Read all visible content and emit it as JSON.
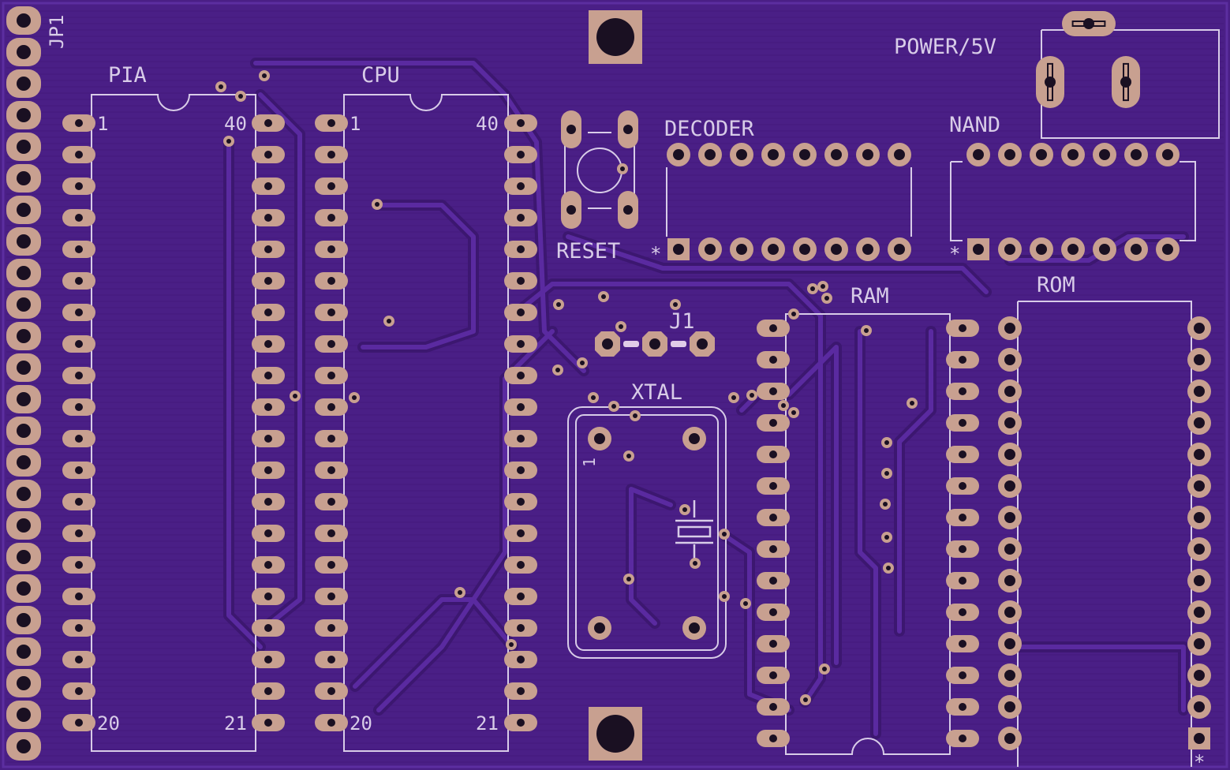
{
  "colors": {
    "board": "#4a1f86",
    "board_dark": "#3c1770",
    "trace": "#5a2aa0",
    "silkscreen": "#d8cce8",
    "pad": "#c8a090",
    "drill": "#1a1022"
  },
  "labels": {
    "jp1": "JP1",
    "pia": "PIA",
    "cpu": "CPU",
    "power": "POWER/5V",
    "decoder": "DECODER",
    "nand": "NAND",
    "reset": "RESET",
    "j1": "J1",
    "xtal": "XTAL",
    "ram": "RAM",
    "rom": "ROM"
  },
  "pin_labels": {
    "pia_1": "1",
    "pia_40": "40",
    "pia_20": "20",
    "pia_21": "21",
    "cpu_1": "1",
    "cpu_40": "40",
    "cpu_20": "20",
    "cpu_21": "21",
    "xtal_1": "1"
  },
  "markers": {
    "decoder_pin1": "*",
    "nand_pin1": "*",
    "rom_pin1": "*"
  },
  "icons": {
    "mounting_hole": "mounting-hole-icon",
    "pushbutton": "pushbutton-icon",
    "crystal": "crystal-icon"
  }
}
